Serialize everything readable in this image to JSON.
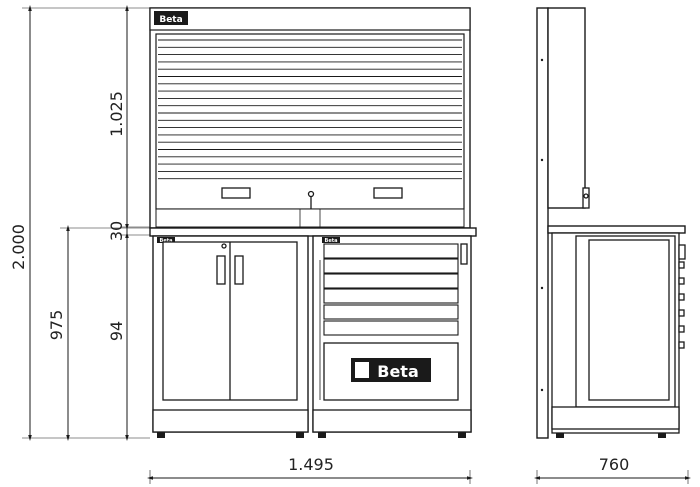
{
  "dimensions": {
    "total_height": "2.000",
    "top_height": "1.025",
    "worktop": "30",
    "bottom_height": "94",
    "base_height": "975",
    "width": "1.495",
    "depth": "760"
  },
  "brand": {
    "top_logo": "Beta",
    "small_logo_left": "Beta",
    "small_logo_right": "Beta",
    "drawer_logo": "Beta"
  }
}
